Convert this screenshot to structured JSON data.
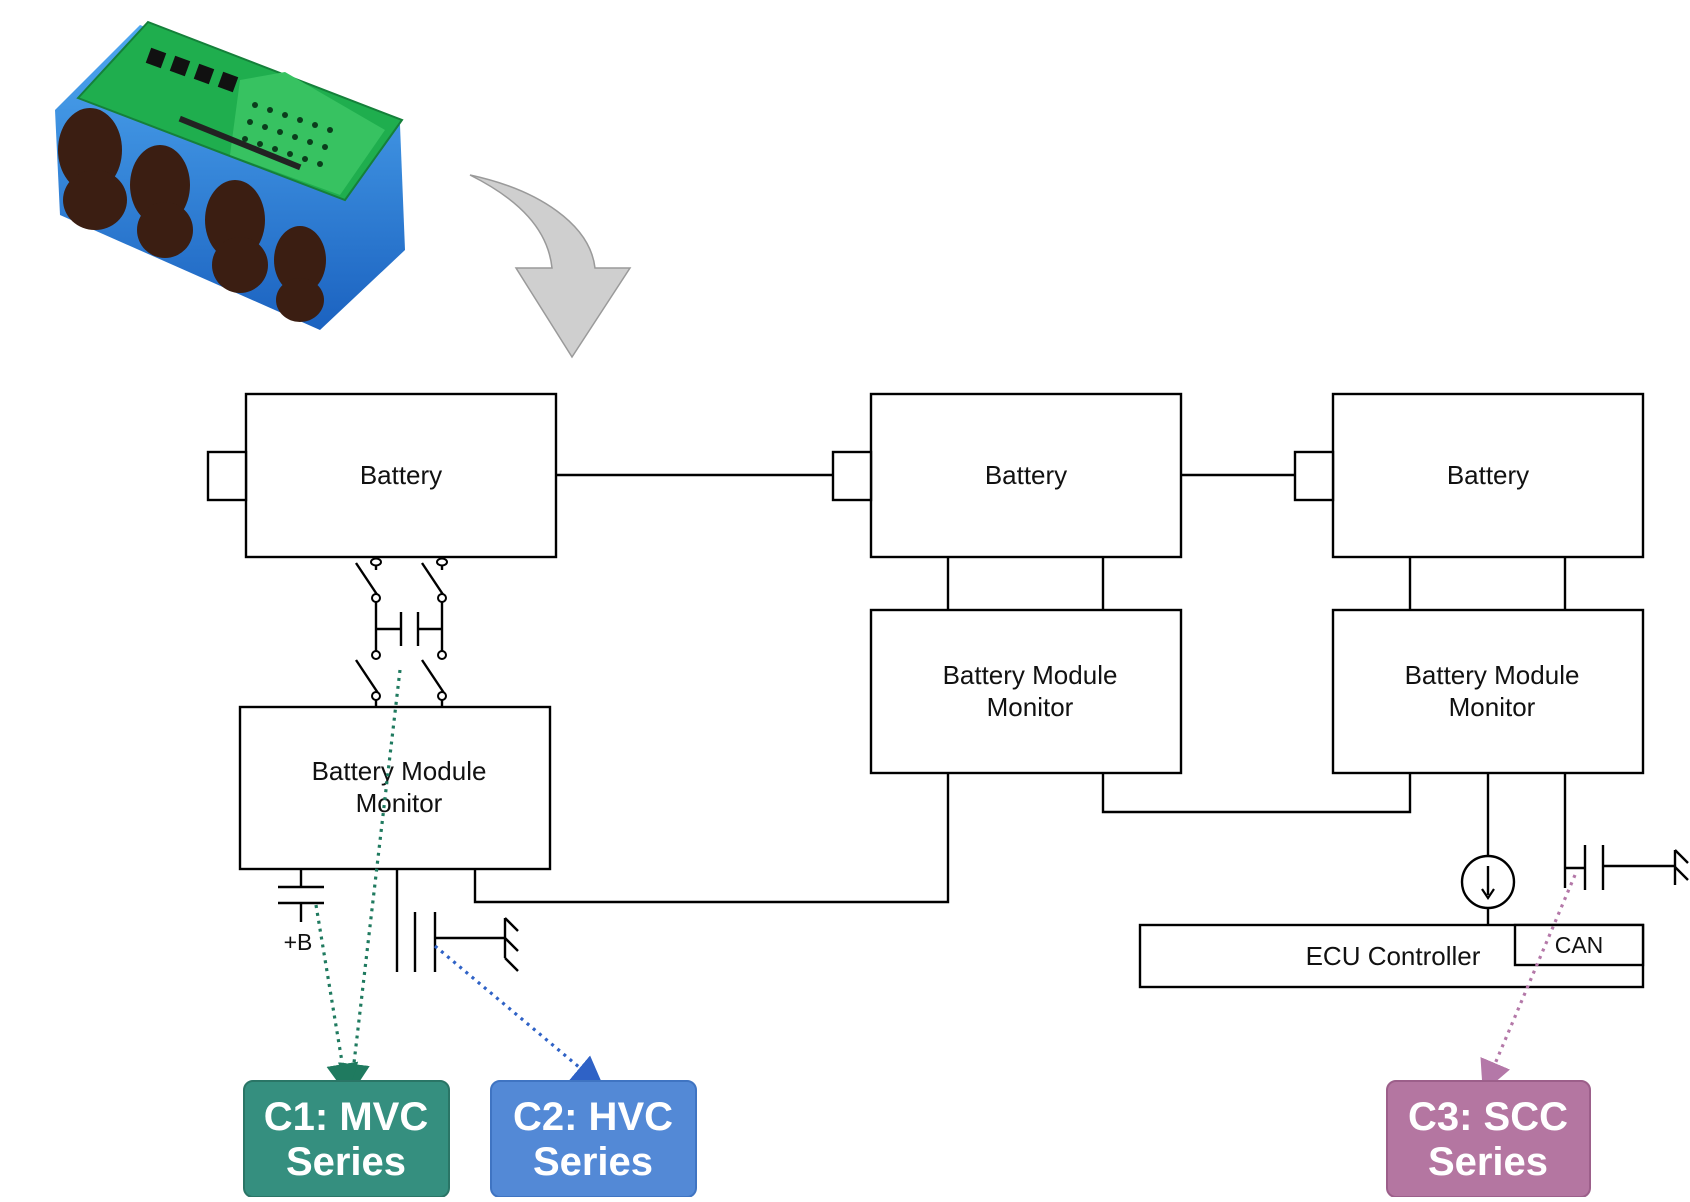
{
  "diagram": {
    "battery_1": {
      "label": "Battery"
    },
    "battery_2": {
      "label": "Battery"
    },
    "battery_3": {
      "label": "Battery"
    },
    "monitor_1": {
      "line1": "Battery Module",
      "line2": "Monitor"
    },
    "monitor_2": {
      "line1": "Battery Module",
      "line2": "Monitor"
    },
    "monitor_3": {
      "line1": "Battery Module",
      "line2": "Monitor"
    },
    "ecu": {
      "label": "ECU Controller",
      "can_label": "CAN"
    },
    "supply_label": "+B"
  },
  "series_tags": [
    {
      "line1": "C1: MVC",
      "line2": "Series",
      "color": "#358f7f"
    },
    {
      "line1": "C2: HVC",
      "line2": "Series",
      "color": "#5389d6"
    },
    {
      "line1": "C3: SCC",
      "line2": "Series",
      "color": "#b476a1"
    }
  ],
  "colors": {
    "c1_arrow": "#1f7a5f",
    "c2_arrow": "#2f62c6",
    "c3_arrow": "#b478a8",
    "down_arrow": "#cfcfcf"
  },
  "icons": {
    "battery_pack": "battery-pack-with-pcb-image",
    "down_arrow": "curved-down-arrow-icon",
    "ground": "ground-icon",
    "current_source": "current-source-icon"
  }
}
